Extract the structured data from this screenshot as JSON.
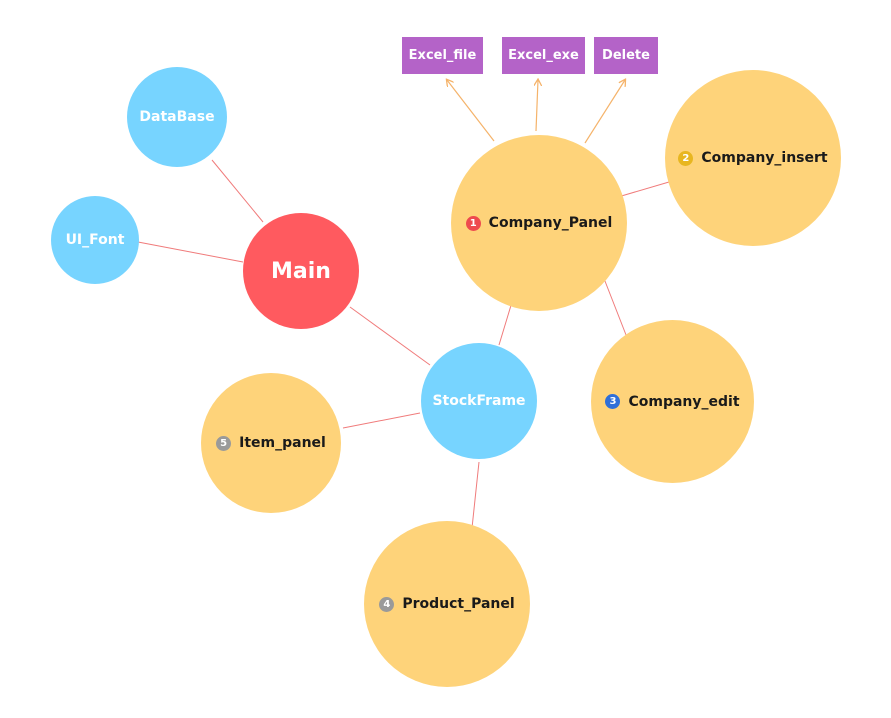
{
  "colors": {
    "topic": "#ff5a5f",
    "blue_node": "#77d4ff",
    "yellow_node": "#fed37a",
    "attachment": "#b463c8",
    "link_line": "#f07b7b",
    "arrow": "#f5b36a"
  },
  "nodes": {
    "main": "Main",
    "database": "DataBase",
    "ui_font": "UI_Font",
    "stockframe": "StockFrame",
    "company_panel": {
      "label": "Company_Panel",
      "badge": "1",
      "badge_color": "#ee4a4e"
    },
    "company_insert": {
      "label": "Company_insert",
      "badge": "2",
      "badge_color": "#e8b620"
    },
    "company_edit": {
      "label": "Company_edit",
      "badge": "3",
      "badge_color": "#2f6fd8"
    },
    "product_panel": {
      "label": "Product_Panel",
      "badge": "4",
      "badge_color": "#9a9a9a"
    },
    "item_panel": {
      "label": "Item_panel",
      "badge": "5",
      "badge_color": "#9a9a9a"
    }
  },
  "attachments": {
    "excel_file": "Excel_file",
    "excel_exe": "Excel_exe",
    "delete": "Delete"
  }
}
